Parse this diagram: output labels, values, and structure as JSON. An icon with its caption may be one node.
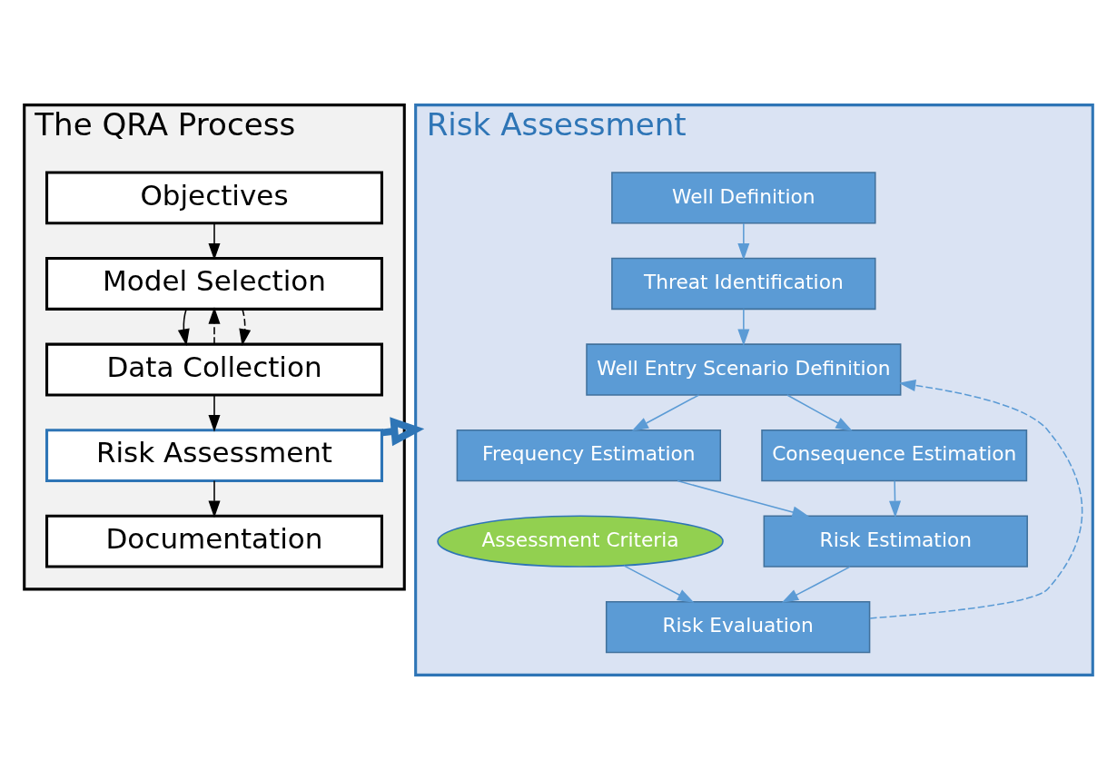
{
  "diagram": {
    "nodes": [
      {
        "text": [
          "The QRA Process"
        ]
      },
      {
        "text": [
          "Objectives"
        ],
        "in": 0
      },
      {
        "text": [
          "Model Selection"
        ],
        "in": 0
      },
      {
        "text": [
          "Data Collection"
        ],
        "in": 0
      },
      {
        "text": [
          "Risk Assessment"
        ],
        "in": 0
      },
      {
        "text": [
          "Documentation"
        ],
        "in": 0
      },
      {
        "text": [
          "Risk Assessment"
        ]
      },
      {
        "text": [
          "Well Definition"
        ],
        "in": 6
      },
      {
        "text": [
          "Threat Identification"
        ],
        "in": 6
      },
      {
        "text": [
          "Well Entry Scenario Definition"
        ],
        "in": 6
      },
      {
        "text": [
          "Frequency Estimation"
        ],
        "in": 6
      },
      {
        "text": [
          "Consequence Estimation"
        ],
        "in": 6
      },
      {
        "text": [
          "Risk Estimation"
        ],
        "in": 6
      },
      {
        "text": [
          "Assessment Criteria"
        ],
        "in": 6
      },
      {
        "text": [
          "Risk Evaluation"
        ],
        "in": 6
      }
    ],
    "edges": [
      {
        "from": 1,
        "to": 2,
        "arrow": "to",
        "color": "#000000"
      },
      {
        "from": 2,
        "to": 3,
        "arrow": "to",
        "color": "#000000"
      },
      {
        "from": 3,
        "to": 4,
        "arrow": "to",
        "color": "#000000"
      },
      {
        "from": 4,
        "to": 5,
        "arrow": "to",
        "color": "#000000"
      },
      {
        "from": 3,
        "to": 2,
        "arrow": "to",
        "style": "dashed",
        "color": "#000000"
      },
      {
        "from": 2,
        "to": 3,
        "arrow": "to",
        "style": "dashed",
        "color": "#000000"
      },
      {
        "from": 4,
        "to": 6,
        "arrow": "to",
        "style": "thick",
        "color": "#2e75b6"
      },
      {
        "from": 7,
        "to": 8,
        "arrow": "to"
      },
      {
        "from": 8,
        "to": 9,
        "arrow": "to"
      },
      {
        "from": 9,
        "to": 10,
        "arrow": "to"
      },
      {
        "from": 9,
        "to": 11,
        "arrow": "to"
      },
      {
        "from": 10,
        "to": 12,
        "arrow": "to"
      },
      {
        "from": 11,
        "to": 12,
        "arrow": "to"
      },
      {
        "from": 12,
        "to": 14,
        "arrow": "to"
      },
      {
        "from": 13,
        "to": 14,
        "arrow": "to"
      },
      {
        "from": 14,
        "to": 9,
        "arrow": "to",
        "style": "dashed"
      }
    ]
  }
}
